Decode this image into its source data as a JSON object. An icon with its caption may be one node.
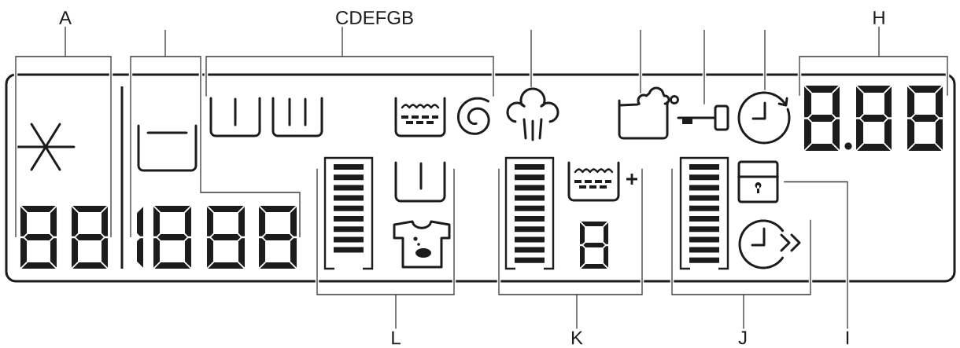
{
  "diagram": {
    "nodes": [
      {
        "text": [
          "A"
        ]
      },
      {
        "text": [
          "CDEFGB"
        ]
      },
      {
        "text": [
          "H"
        ]
      },
      {
        "text": [],
        "shape": "picture"
      },
      {
        "text": [],
        "shape": "picture"
      },
      {
        "text": [],
        "shape": "picture"
      },
      {
        "text": [],
        "shape": "picture"
      },
      {
        "text": [],
        "shape": "picture"
      },
      {
        "text": [],
        "shape": "picture"
      },
      {
        "text": [],
        "shape": "picture"
      },
      {
        "text": [],
        "shape": "picture"
      },
      {
        "text": [],
        "shape": "picture"
      },
      {
        "text": [],
        "shape": "picture"
      },
      {
        "text": [],
        "shape": "picture"
      },
      {
        "text": [],
        "shape": "picture"
      },
      {
        "text": [],
        "shape": "picture"
      },
      {
        "text": [],
        "shape": "picture"
      },
      {
        "text": [],
        "shape": "picture"
      },
      {
        "text": [],
        "shape": "picture"
      },
      {
        "text": [],
        "shape": "picture"
      },
      {
        "text": [],
        "shape": "picture"
      },
      {
        "text": [],
        "shape": "picture"
      },
      {
        "text": [],
        "shape": "picture"
      },
      {
        "text": [],
        "shape": "picture"
      },
      {
        "text": [],
        "shape": "picture"
      },
      {
        "text": [
          "L"
        ]
      },
      {
        "text": [
          "K"
        ]
      },
      {
        "text": [
          "J"
        ]
      },
      {
        "text": [
          "I"
        ]
      }
    ],
    "edges": [
      {
        "from": 0,
        "to": 4,
        "arrow": "none"
      },
      {
        "from": null,
        "to": 6,
        "arrow": "none"
      },
      {
        "from": 1,
        "to": 7,
        "arrow": "none"
      },
      {
        "from": 1,
        "to": 10,
        "arrow": "none"
      },
      {
        "from": null,
        "to": 11,
        "arrow": "none"
      },
      {
        "from": null,
        "to": 12,
        "arrow": "none"
      },
      {
        "from": null,
        "to": 13,
        "arrow": "none"
      },
      {
        "from": null,
        "to": 14,
        "arrow": "none"
      },
      {
        "from": 2,
        "to": 15,
        "arrow": "none"
      },
      {
        "from": 25,
        "to": 16,
        "arrow": "none"
      },
      {
        "from": 25,
        "to": 17,
        "arrow": "none"
      },
      {
        "from": 26,
        "to": 19,
        "arrow": "none"
      },
      {
        "from": 26,
        "to": 20,
        "arrow": "none"
      },
      {
        "from": 27,
        "to": 22,
        "arrow": "none"
      },
      {
        "from": 27,
        "to": 24,
        "arrow": "none"
      },
      {
        "from": 28,
        "to": 23,
        "arrow": "none"
      }
    ]
  }
}
